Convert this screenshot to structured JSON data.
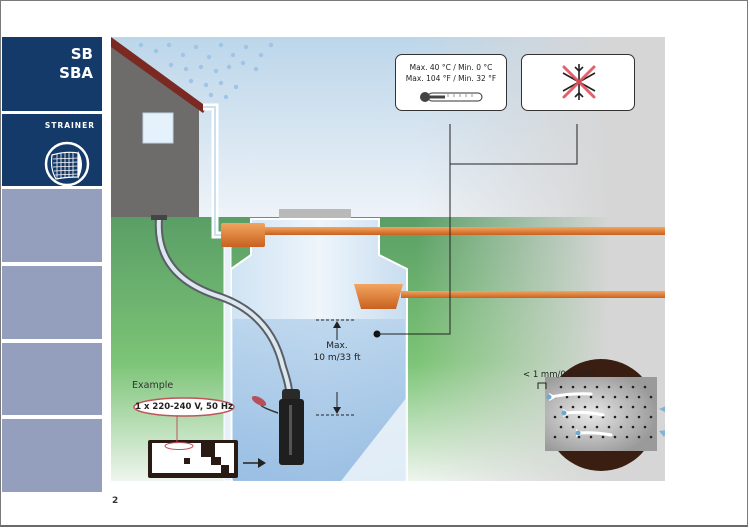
{
  "sidebar": {
    "tabs": [
      {
        "title_line1": "SB",
        "title_line2": "SBA"
      },
      {
        "label": "STRAINER",
        "icon": "strainer-icon"
      },
      {
        "label": ""
      },
      {
        "label": ""
      },
      {
        "label": ""
      },
      {
        "label": ""
      }
    ]
  },
  "diagram": {
    "temperature_box": {
      "line1": "Max. 40 °C / Min. 0 °C",
      "line2": "Max. 104 °F / Min. 32 °F",
      "icon": "thermometer-icon"
    },
    "frost_box": {
      "icon": "no-frost-icon"
    },
    "depth_label": {
      "line1": "Max.",
      "line2": "10 m/33 ft"
    },
    "example_label": "Example",
    "voltage_label": "1 x 220-240 V, 50 Hz",
    "mesh_label": "< 1 mm/0.4 inch"
  },
  "page_number": "2",
  "colors": {
    "sidebar_dark": "#143a6a",
    "sidebar_light": "#939fbd",
    "pipe_orange": "#e07a32",
    "grass_green": "#5a9e66",
    "house_gray": "#6e6c6a",
    "roof_red": "#7a2a22"
  }
}
